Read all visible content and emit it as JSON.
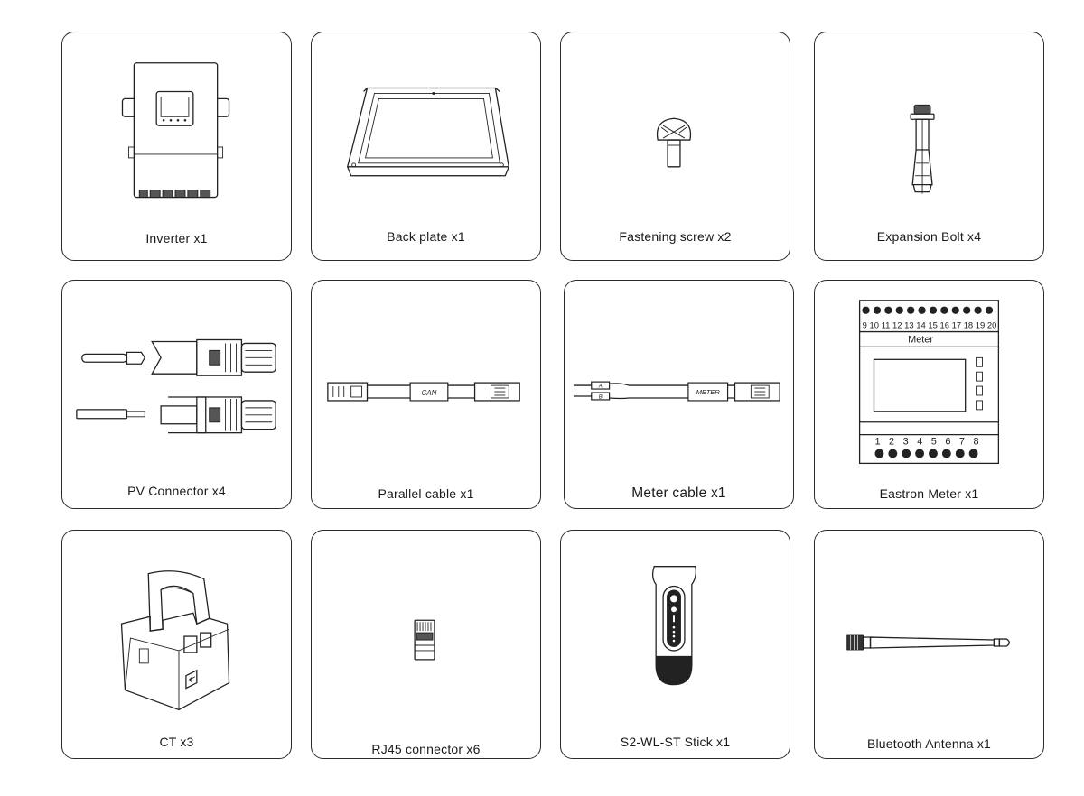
{
  "items": [
    {
      "label": "Inverter x1"
    },
    {
      "label": "Back plate x1"
    },
    {
      "label": "Fastening screw x2"
    },
    {
      "label": "Expansion Bolt x4"
    },
    {
      "label": "PV Connector x4"
    },
    {
      "label": "Parallel cable x1",
      "cable_tag": "CAN"
    },
    {
      "label": "Meter cable x1",
      "cable_tag": "METER",
      "wire_tags": [
        "A",
        "B"
      ]
    },
    {
      "label": "Eastron Meter x1",
      "meter_title": "Meter",
      "top_terminals": "9 10 11 12 13 14 15 16 17 18 19 20",
      "bottom_terminals": "1  2  3  4  5  6  7  8"
    },
    {
      "label": "CT x3"
    },
    {
      "label": "RJ45 connector x6"
    },
    {
      "label": "S2-WL-ST Stick x1"
    },
    {
      "label": "Bluetooth Antenna x1"
    }
  ]
}
